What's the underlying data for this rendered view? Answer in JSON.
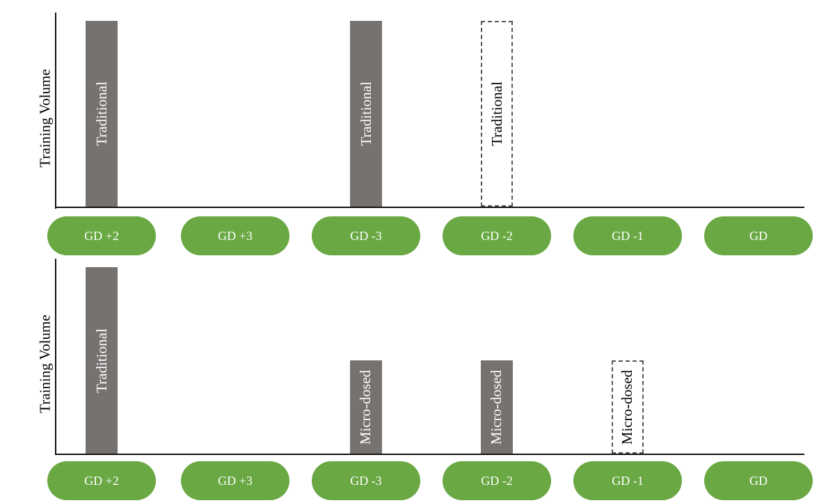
{
  "y_axis_label": "Training Volume",
  "colors": {
    "bar": "#757270",
    "pill": "#69a843",
    "dashed_border": "#555555"
  },
  "day_labels": [
    "GD +2",
    "GD +3",
    "GD -3",
    "GD -2",
    "GD -1",
    "GD"
  ],
  "panels": [
    {
      "bars": [
        {
          "day": "GD +2",
          "label": "Traditional",
          "style": "solid",
          "level": 1.0
        },
        {
          "day": "GD -3",
          "label": "Traditional",
          "style": "solid",
          "level": 1.0
        },
        {
          "day": "GD -2",
          "label": "Traditional",
          "style": "dashed",
          "level": 1.0
        }
      ]
    },
    {
      "bars": [
        {
          "day": "GD +2",
          "label": "Traditional",
          "style": "solid",
          "level": 1.0
        },
        {
          "day": "GD -3",
          "label": "Micro-dosed",
          "style": "solid",
          "level": 0.5
        },
        {
          "day": "GD -2",
          "label": "Micro-dosed",
          "style": "solid",
          "level": 0.5
        },
        {
          "day": "GD -1",
          "label": "Micro-dosed",
          "style": "dashed",
          "level": 0.5
        }
      ]
    }
  ]
}
